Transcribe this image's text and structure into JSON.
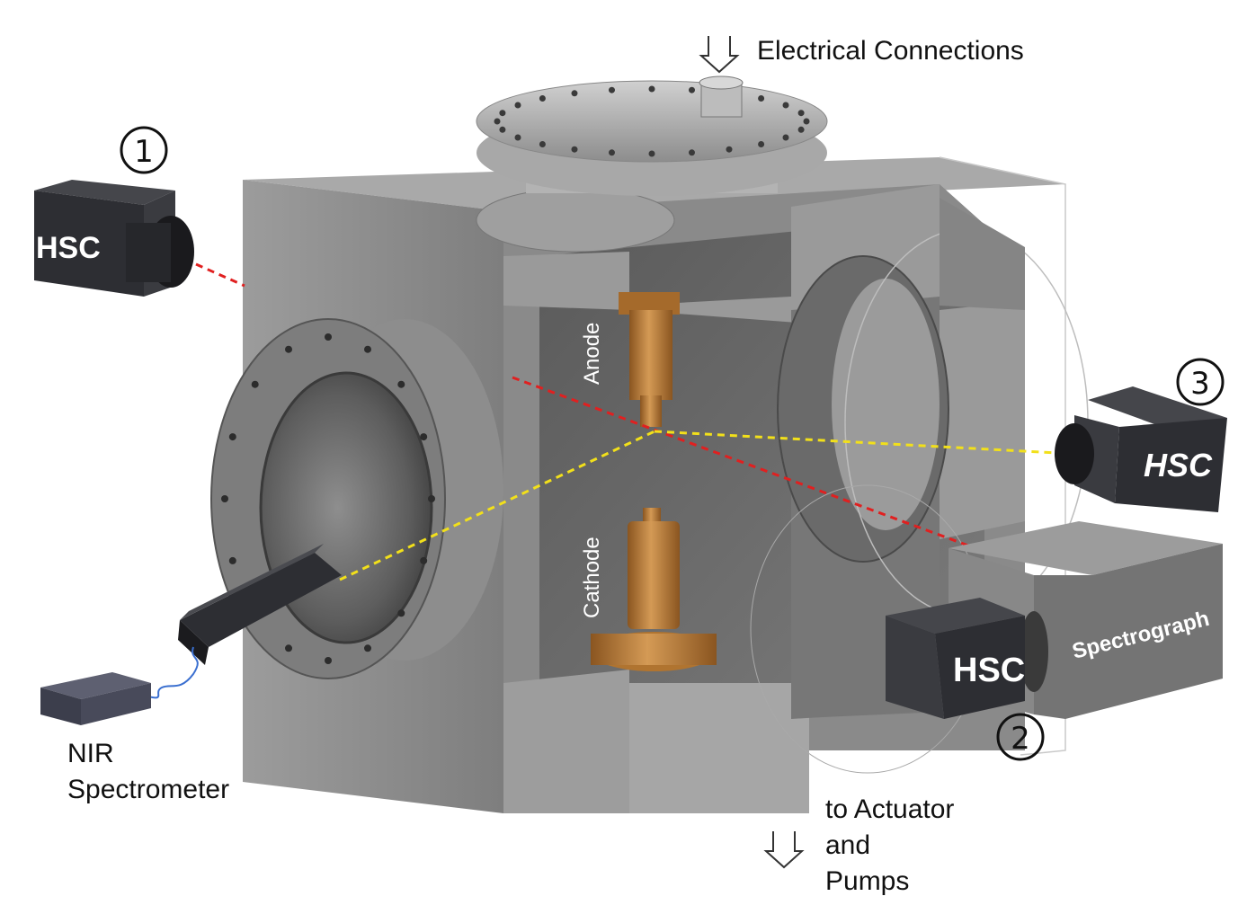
{
  "labels": {
    "electrical": "Electrical Connections",
    "nir_line1": "NIR",
    "nir_line2": "Spectrometer",
    "actuator_line1": "to Actuator",
    "actuator_line2": "and",
    "actuator_line3": "Pumps",
    "anode": "Anode",
    "cathode": "Cathode",
    "spectrograph": "Spectrograph"
  },
  "cameras": {
    "cam1": {
      "label": "HSC",
      "number": "1"
    },
    "cam2": {
      "label": "HSC",
      "number": "2"
    },
    "cam3": {
      "label": "HSC",
      "number": "3"
    }
  },
  "colors": {
    "chamber": "#8c8c8c",
    "chamber_dark": "#6f6f6f",
    "chamber_light": "#a8a8a8",
    "camera": "#2f3034",
    "electrode": "#b97a35",
    "beam_red": "#e02020",
    "beam_yellow": "#f2e01a",
    "spectrograph": "#7a7a7a"
  }
}
